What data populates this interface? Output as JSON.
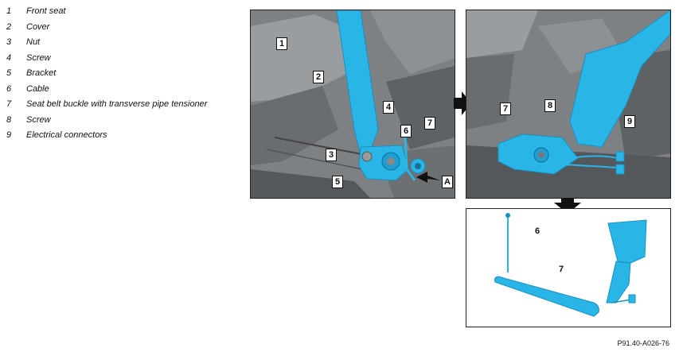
{
  "legend": [
    {
      "num": "1",
      "text": "Front seat"
    },
    {
      "num": "2",
      "text": "Cover"
    },
    {
      "num": "3",
      "text": "Nut"
    },
    {
      "num": "4",
      "text": "Screw"
    },
    {
      "num": "5",
      "text": "Bracket"
    },
    {
      "num": "6",
      "text": "Cable"
    },
    {
      "num": "7",
      "text": "Seat belt buckle with transverse pipe tensioner"
    },
    {
      "num": "8",
      "text": "Screw"
    },
    {
      "num": "9",
      "text": "Electrical connectors"
    }
  ],
  "panel1": {
    "callouts": {
      "c1": "1",
      "c2": "2",
      "c3": "3",
      "c4": "4",
      "c5": "5",
      "c6": "6",
      "c7": "7",
      "cA": "A"
    }
  },
  "panel2": {
    "callouts": {
      "c7": "7",
      "c8": "8",
      "c9": "9"
    }
  },
  "panel3": {
    "labels": {
      "l6": "6",
      "l7": "7"
    }
  },
  "reference": "P91.40-A026-76",
  "colors": {
    "highlight": "#29b6e6",
    "highlight_dark": "#1a8fc0",
    "gray_bg": "#7a7d80",
    "gray_dark": "#4a4d50"
  }
}
